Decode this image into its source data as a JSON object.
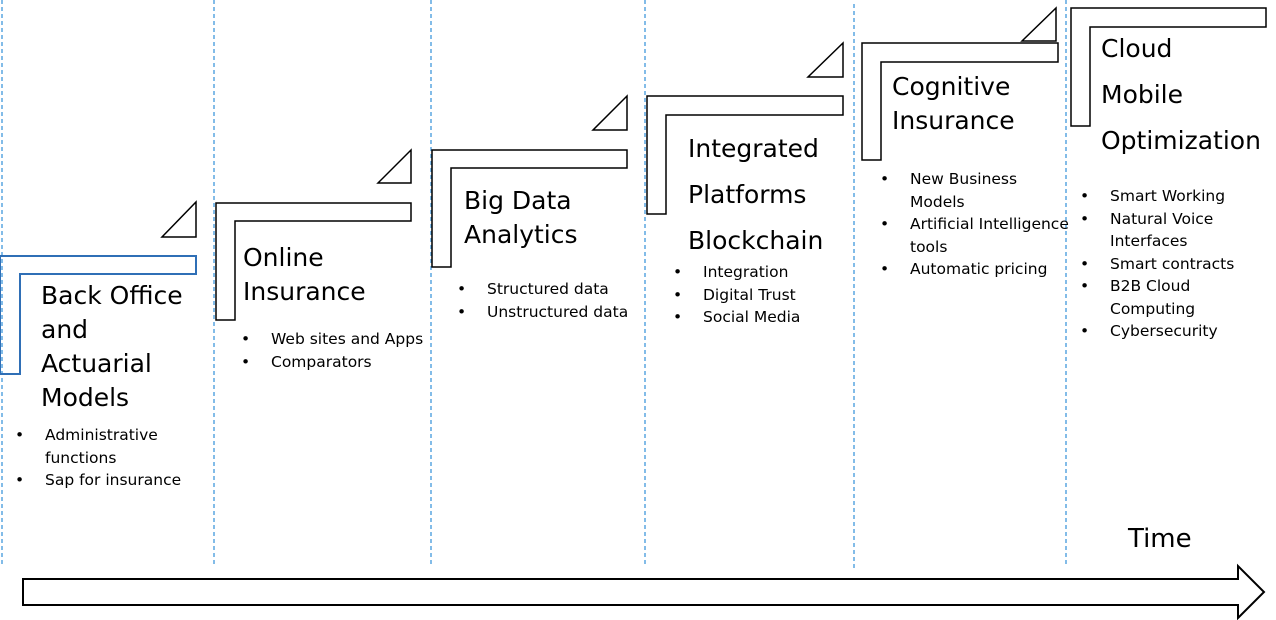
{
  "stages": [
    {
      "title_lines": [
        "Back Office",
        "and",
        "Actuarial",
        "Models"
      ],
      "bullets": [
        "Administrative functions",
        "Sap for insurance"
      ],
      "color": "#2f6fb6"
    },
    {
      "title_lines": [
        "Online",
        "Insurance"
      ],
      "bullets": [
        "Web sites and Apps",
        "Comparators"
      ]
    },
    {
      "title_lines": [
        "Big Data",
        "Analytics"
      ],
      "bullets": [
        "Structured data",
        "Unstructured data"
      ]
    },
    {
      "title_lines": [
        "Integrated",
        "Platforms",
        "Blockchain"
      ],
      "bullets": [
        "Integration",
        "Digital Trust",
        "Social Media"
      ]
    },
    {
      "title_lines": [
        "Cognitive",
        "Insurance"
      ],
      "bullets": [
        "New Business Models",
        "Artificial Intelligence tools",
        "Automatic pricing"
      ]
    },
    {
      "title_lines": [
        "Cloud",
        "Mobile",
        "Optimization"
      ],
      "bullets": [
        "Smart Working",
        "Natural Voice Interfaces",
        "Smart contracts",
        "B2B Cloud Computing",
        "Cybersecurity"
      ]
    }
  ],
  "axis": {
    "label": "Time"
  },
  "colors": {
    "divider": "#5aa6e0",
    "outline": "#000000",
    "first_stage": "#2f6fb6"
  }
}
